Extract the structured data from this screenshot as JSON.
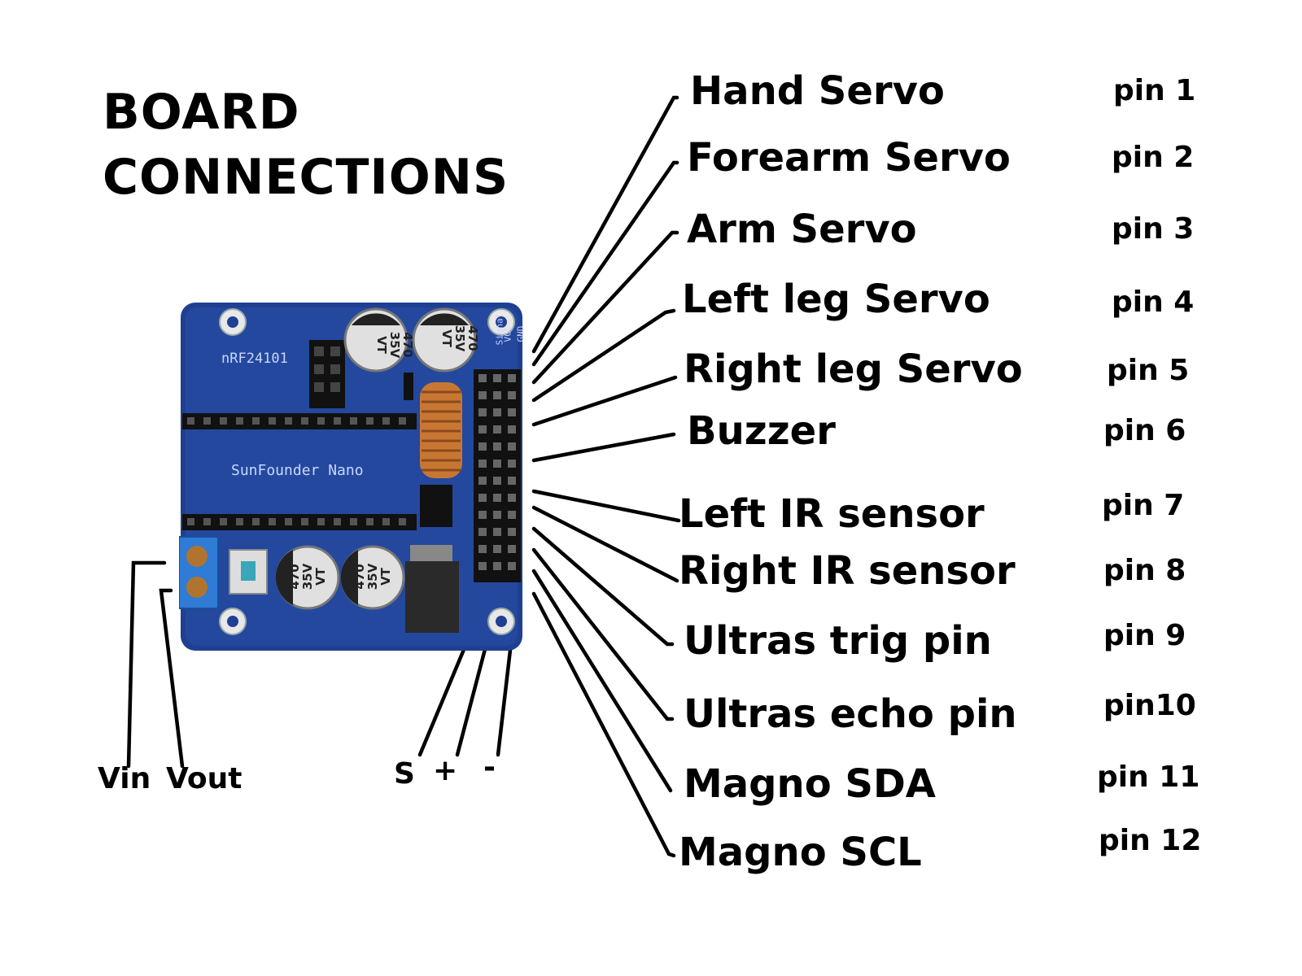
{
  "title": {
    "line1": "BOARD",
    "line2": "CONNECTIONS"
  },
  "connections": [
    {
      "label": "Hand Servo",
      "pin": "pin  1"
    },
    {
      "label": "Forearm Servo",
      "pin": "pin  2"
    },
    {
      "label": "Arm Servo",
      "pin": "pin 3"
    },
    {
      "label": "Left leg Servo",
      "pin": "pin 4"
    },
    {
      "label": "Right leg Servo",
      "pin": "pin 5"
    },
    {
      "label": "Buzzer",
      "pin": "pin 6"
    },
    {
      "label": "Left IR sensor",
      "pin": "pin  7"
    },
    {
      "label": "Right IR sensor",
      "pin": "pin 8"
    },
    {
      "label": "Ultras trig pin",
      "pin": "pin 9"
    },
    {
      "label": "Ultras echo pin",
      "pin": "pin10"
    },
    {
      "label": "Magno SDA",
      "pin": "pin 11"
    },
    {
      "label": "Magno SCL",
      "pin": "pin 12"
    }
  ],
  "power": {
    "vin": "Vin",
    "vout": "Vout"
  },
  "header_pins": {
    "signal": "S",
    "plus": "+",
    "minus": "-"
  },
  "board": {
    "module_label": "nRF24101",
    "controller_label": "SunFounder Nano",
    "capacitor_text": [
      "470",
      "35V",
      "VT"
    ],
    "header_labels": [
      "Signal",
      "VCC",
      "GND"
    ],
    "colors": {
      "pcb": "#1f3f93",
      "pcb_dark": "#142d70",
      "header": "#111111",
      "coil": "#c87733"
    }
  }
}
